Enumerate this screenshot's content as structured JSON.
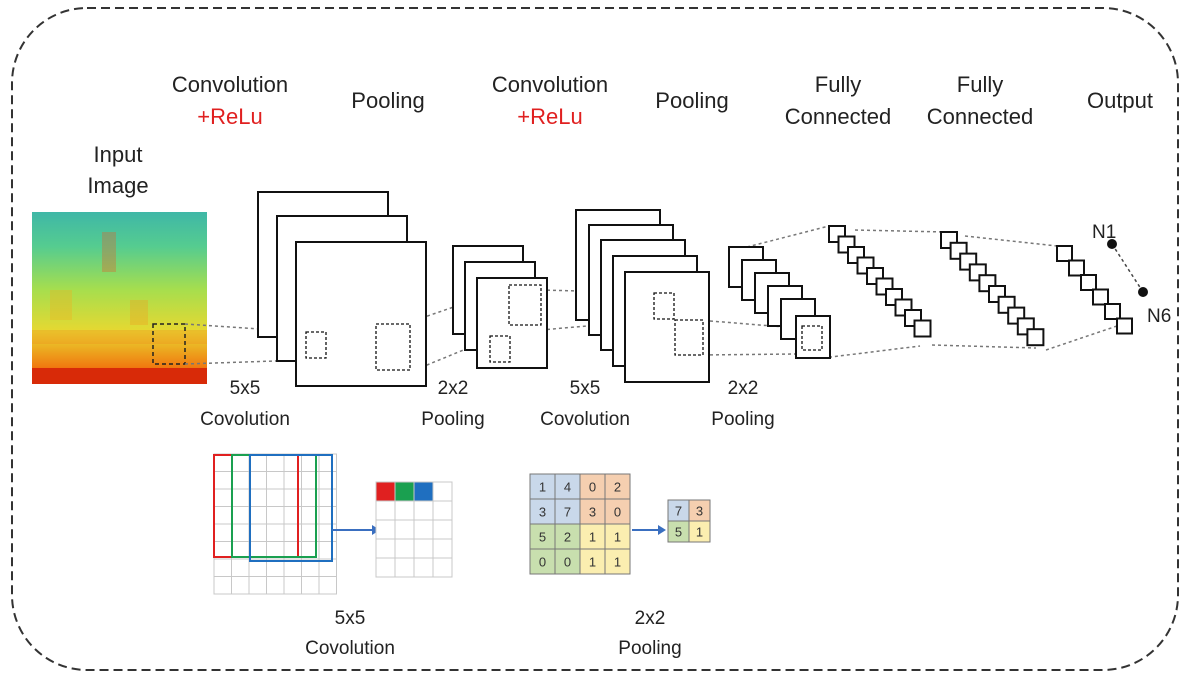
{
  "stages": [
    {
      "id": "input",
      "lines": [
        "Input",
        "Image"
      ]
    },
    {
      "id": "conv1",
      "line1": "Convolution",
      "line2": "+ReLu"
    },
    {
      "id": "pool1",
      "line1": "Pooling"
    },
    {
      "id": "conv2",
      "line1": "Convolution",
      "line2": "+ReLu"
    },
    {
      "id": "pool2",
      "line1": "Pooling"
    },
    {
      "id": "fc1",
      "line1": "Fully",
      "line2": "Connected"
    },
    {
      "id": "fc2",
      "line1": "Fully",
      "line2": "Connected"
    },
    {
      "id": "output",
      "line1": "Output"
    }
  ],
  "operation_labels": {
    "conv1": [
      "5x5",
      "Covolution"
    ],
    "pool1": [
      "2x2",
      "Pooling"
    ],
    "conv2": [
      "5x5",
      "Covolution"
    ],
    "pool2": [
      "2x2",
      "Pooling"
    ]
  },
  "output_nodes": [
    "N1",
    "N6"
  ],
  "pooling_example": {
    "input_grid": [
      [
        "1",
        "4",
        "0",
        "2"
      ],
      [
        "3",
        "7",
        "3",
        "0"
      ],
      [
        "5",
        "2",
        "1",
        "1"
      ],
      [
        "0",
        "0",
        "1",
        "1"
      ]
    ],
    "output_grid": [
      [
        "7",
        "3"
      ],
      [
        "5",
        "1"
      ]
    ],
    "caption": [
      "2x2",
      "Pooling"
    ]
  },
  "convolution_example": {
    "caption": [
      "5x5",
      "Covolution"
    ]
  },
  "colors": {
    "relu_text": "#e02020",
    "q_blue": "#c9d8ea",
    "q_orange": "#f5cfb0",
    "q_green": "#c8dfae",
    "q_yellow": "#fbeeb0",
    "kernel_red": "#e02020",
    "kernel_green": "#1aa050",
    "kernel_blue": "#1f6fc0"
  }
}
